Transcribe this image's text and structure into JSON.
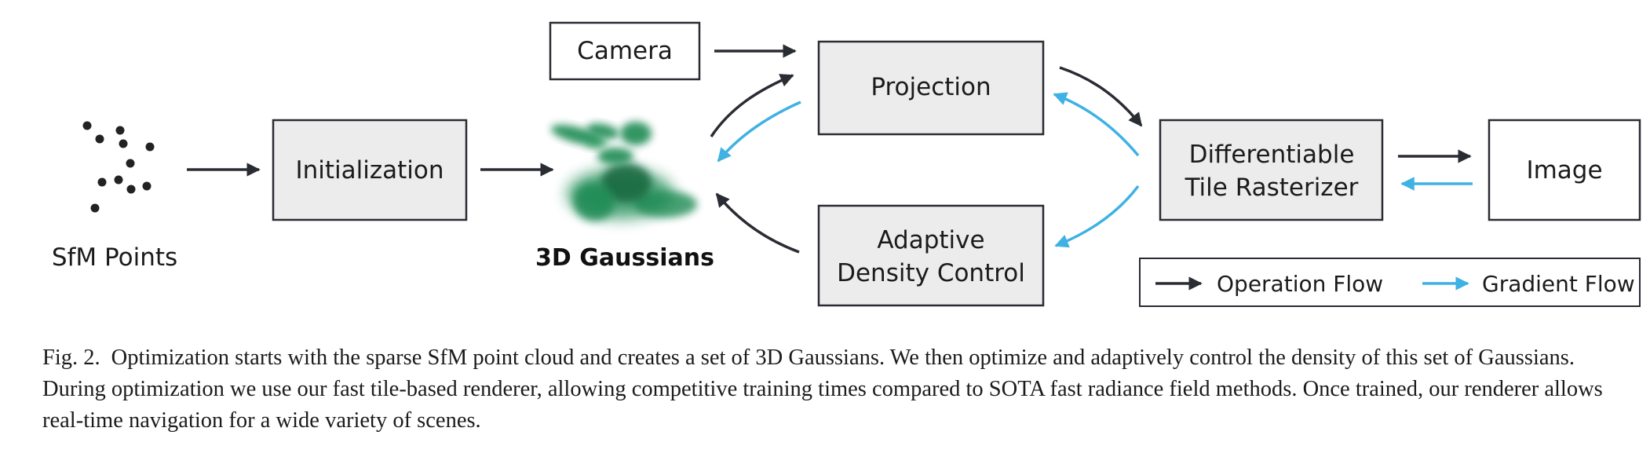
{
  "diagram": {
    "nodes": {
      "sfm_points": "SfM Points",
      "initialization": "Initialization",
      "gaussians": "3D Gaussians",
      "camera": "Camera",
      "projection": "Projection",
      "adaptive_line1": "Adaptive",
      "adaptive_line2": "Density Control",
      "rasterizer_line1": "Differentiable",
      "rasterizer_line2": "Tile Rasterizer",
      "image": "Image"
    },
    "legend": {
      "operation": "Operation Flow",
      "gradient": "Gradient Flow"
    },
    "colors": {
      "operation": "#2a2c33",
      "gradient": "#3fb1e3",
      "box_fill": "#ececec",
      "gaussian_green": "#1e8a52"
    }
  },
  "caption": {
    "label": "Fig. 2.",
    "text": "Optimization starts with the sparse SfM point cloud and creates a set of 3D Gaussians. We then optimize and adaptively control the density of this set of Gaussians. During optimization we use our fast tile-based renderer, allowing competitive training times compared to SOTA fast radiance field methods. Once trained, our renderer allows real-time navigation for a wide variety of scenes."
  }
}
